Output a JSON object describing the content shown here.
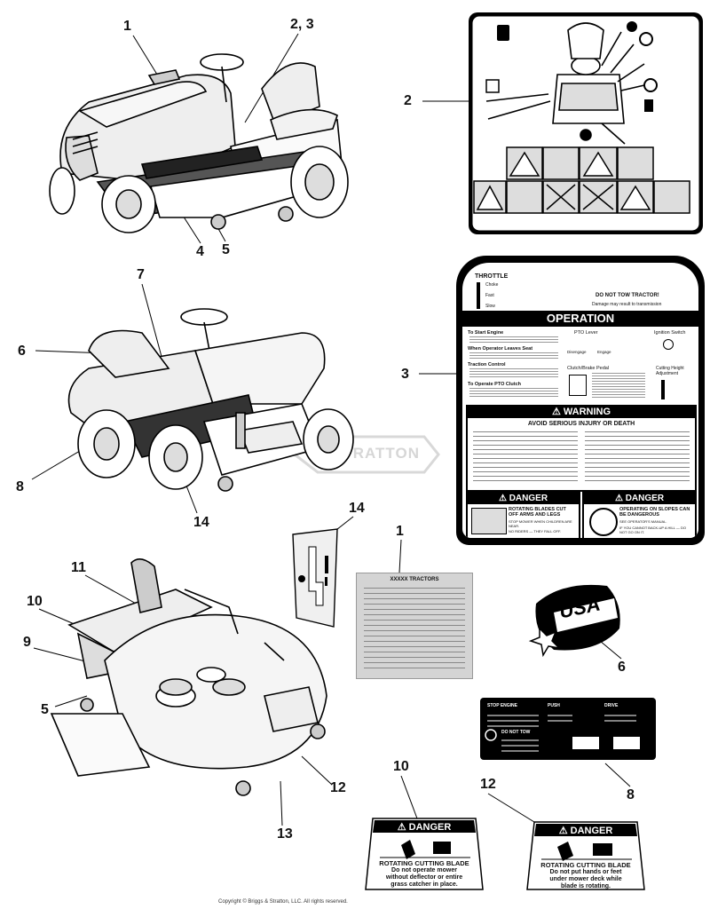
{
  "callouts": {
    "c1_top": "1",
    "c23": "2, 3",
    "c2": "2",
    "c3": "3",
    "c4": "4",
    "c5_top": "5",
    "c6_left": "6",
    "c7": "7",
    "c8_left": "8",
    "c14_mid": "14",
    "c14_decal": "14",
    "c1_plate": "1",
    "c11": "11",
    "c10_left": "10",
    "c9": "9",
    "c5_deck": "5",
    "c6_decal": "6",
    "c8_decal": "8",
    "c12_left": "12",
    "c13": "13",
    "c10_decal": "10",
    "c12_decal": "12"
  },
  "watermark": "STRATTON",
  "copyright": "Copyright © Briggs & Stratton, LLC. All rights reserved.",
  "operation_decal": {
    "throttle": "THROTTLE",
    "choke": "Choke",
    "fast": "Fast",
    "slow": "Slow",
    "do_not_tow": "DO NOT TOW TRACTOR!",
    "damage": "Damage may result to transmission",
    "header": "OPERATION",
    "start_engine": "To Start Engine",
    "when_leaves": "When Operator Leaves Seat",
    "traction": "Traction Control",
    "pto_clutch": "To Operate PTO Clutch",
    "pto_lever": "PTO Lever",
    "disengage": "Disengage",
    "engage": "Engage",
    "ignition": "Ignition Switch",
    "clutch_brake": "Clutch/Brake Pedal",
    "cutting_height": "Cutting Height Adjustment",
    "warning": "WARNING",
    "avoid": "AVOID SERIOUS INJURY OR DEATH",
    "danger1": "DANGER",
    "rotating": "ROTATING BLADES CUT OFF ARMS AND LEGS",
    "stop_mower": "STOP MOWER WHEN CHILDREN ARE NEAR.",
    "no_riders": "NO RIDERS — THEY FALL OFF.",
    "danger2": "DANGER",
    "slopes": "OPERATING ON SLOPES CAN BE DANGEROUS",
    "see_manual": "SEE OPERATOR'S MANUAL.",
    "cannot_back": "IF YOU CANNOT BACK-UP A HILL — DO NOT GO ON IT."
  },
  "plate": {
    "title": "XXXXX TRACTORS"
  },
  "usa": "USA",
  "decal8": {
    "stop_engine": "STOP ENGINE",
    "push": "PUSH",
    "drive": "DRIVE",
    "do_not_tow": "DO NOT TOW"
  },
  "decal10": {
    "danger": "DANGER",
    "line1": "ROTATING CUTTING BLADE",
    "line2": "Do not operate mower",
    "line3": "without deflector or entire",
    "line4": "grass catcher in place."
  },
  "decal12": {
    "danger": "DANGER",
    "line1": "ROTATING CUTTING BLADE",
    "line2": "Do not put hands or feet",
    "line3": "under mower deck while",
    "line4": "blade is rotating."
  }
}
